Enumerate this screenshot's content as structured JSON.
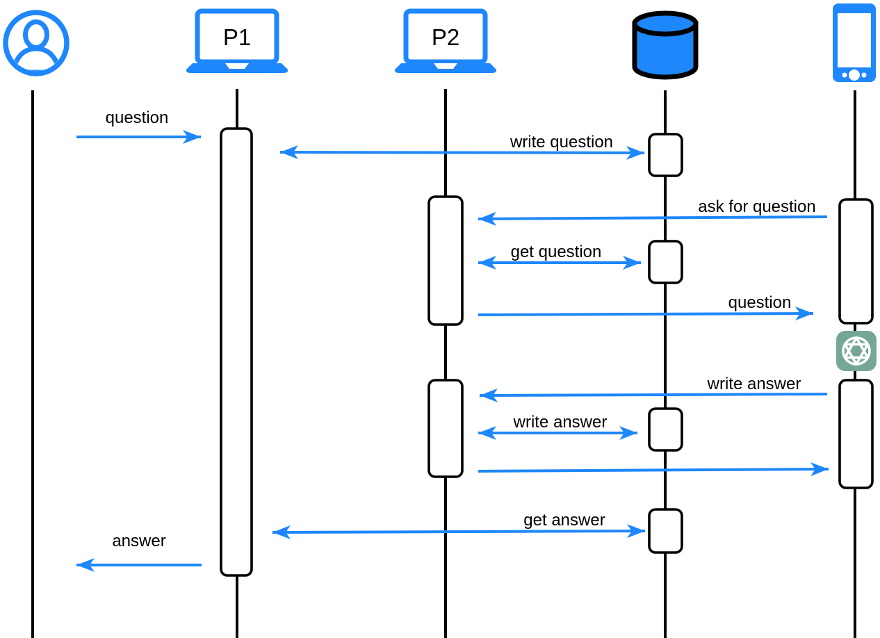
{
  "diagram": {
    "type": "sequence-diagram",
    "actors": [
      {
        "id": "user",
        "icon": "person-icon",
        "label": ""
      },
      {
        "id": "p1",
        "icon": "laptop-icon",
        "label": "P1"
      },
      {
        "id": "p2",
        "icon": "laptop-icon",
        "label": "P2"
      },
      {
        "id": "db",
        "icon": "database-icon",
        "label": ""
      },
      {
        "id": "phone",
        "icon": "mobile-icon",
        "label": ""
      }
    ],
    "badges": [
      {
        "icon": "openai-icon",
        "on": "phone-lifeline"
      }
    ],
    "messages": [
      {
        "label": "question",
        "from": "user",
        "to": "p1",
        "arrows": "end"
      },
      {
        "label": "write question",
        "from": "p1",
        "to": "db",
        "arrows": "both"
      },
      {
        "label": "ask for question",
        "from": "phone",
        "to": "p2",
        "arrows": "end"
      },
      {
        "label": "get question",
        "from": "p2",
        "to": "db",
        "arrows": "both"
      },
      {
        "label": "question",
        "from": "p2",
        "to": "phone",
        "arrows": "end"
      },
      {
        "label": "write answer",
        "from": "phone",
        "to": "p2",
        "arrows": "end"
      },
      {
        "label": "write answer",
        "from": "p2",
        "to": "db",
        "arrows": "both"
      },
      {
        "label": "",
        "from": "p2",
        "to": "phone",
        "arrows": "end"
      },
      {
        "label": "get answer",
        "from": "p1",
        "to": "db",
        "arrows": "both"
      },
      {
        "label": "answer",
        "from": "p1",
        "to": "user",
        "arrows": "end"
      }
    ]
  },
  "colors": {
    "accent_blue": "#1E87FB",
    "line_black": "#000000",
    "text_black": "#000000",
    "activation_fill": "#FFFFFF",
    "openai_teal": "#76A795",
    "background": "#FFFFFF"
  }
}
